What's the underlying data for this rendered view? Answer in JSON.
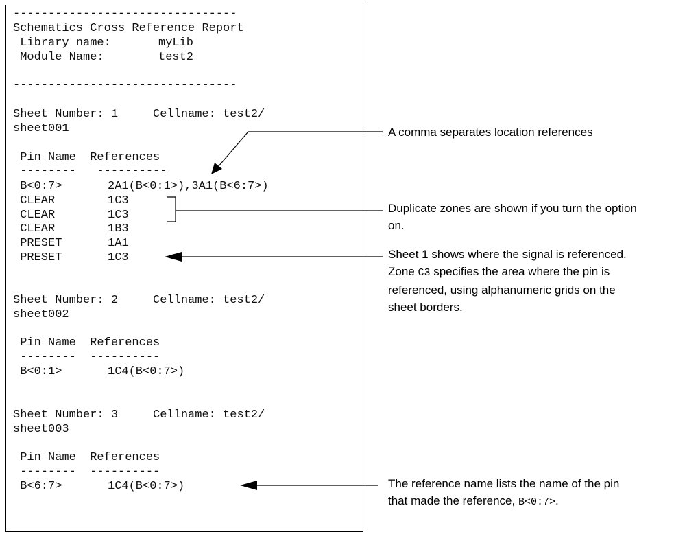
{
  "report": {
    "separator": "--------------------------------",
    "title": "Schematics Cross Reference Report",
    "library_label": " Library name:",
    "library_value": "myLib",
    "module_label": " Module Name:",
    "module_value": "test2",
    "sheets": [
      {
        "header_line1": "Sheet Number: 1     Cellname: test2/",
        "header_line2": "sheet001",
        "col_header": " Pin Name  References",
        "col_rule": " --------   ----------",
        "rows": [
          {
            "pin": " B<0:7>",
            "refs": "2A1(B<0:1>),3A1(B<6:7>)"
          },
          {
            "pin": " CLEAR",
            "refs": "1C3"
          },
          {
            "pin": " CLEAR",
            "refs": "1C3"
          },
          {
            "pin": " CLEAR",
            "refs": "1B3"
          },
          {
            "pin": " PRESET",
            "refs": "1A1"
          },
          {
            "pin": " PRESET",
            "refs": "1C3"
          }
        ]
      },
      {
        "header_line1": "Sheet Number: 2     Cellname: test2/",
        "header_line2": "sheet002",
        "col_header": " Pin Name  References",
        "col_rule": " --------  ----------",
        "rows": [
          {
            "pin": " B<0:1>",
            "refs": "1C4(B<0:7>)"
          }
        ]
      },
      {
        "header_line1": "Sheet Number: 3     Cellname: test2/",
        "header_line2": "sheet003",
        "col_header": " Pin Name  References",
        "col_rule": " --------  ----------",
        "rows": [
          {
            "pin": " B<6:7>",
            "refs": "1C4(B<0:7>)"
          }
        ]
      }
    ]
  },
  "annotations": {
    "comma": "A comma separates location references",
    "duplicate_line1": "Duplicate zones are shown if you turn the option",
    "duplicate_line2": "on.",
    "sheet1_line1": "Sheet 1 shows where the signal is referenced.",
    "sheet1_line2_pre": "Zone ",
    "sheet1_line2_code": "C3",
    "sheet1_line2_post": " specifies the area where the pin is",
    "sheet1_line3": "referenced, using alphanumeric grids on the",
    "sheet1_line4": "sheet borders.",
    "refname_line1": "The reference name lists the name of the pin",
    "refname_line2_pre": "that made the reference, ",
    "refname_line2_code": "B<0:7>",
    "refname_line2_post": "."
  }
}
